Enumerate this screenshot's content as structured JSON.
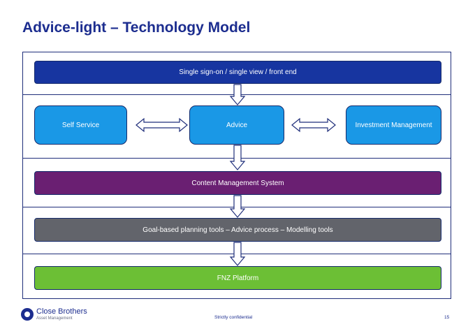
{
  "title": "Advice-light – Technology Model",
  "layers": {
    "sso": "Single sign-on / single view / front end",
    "self_service": "Self Service",
    "advice": "Advice",
    "investment_management": "Investment Management",
    "cms": "Content Management System",
    "goal_tools": "Goal-based planning tools – Advice process – Modelling tools",
    "fnz": "FNZ Platform"
  },
  "footer": {
    "logo_name": "Close Brothers",
    "logo_sub": "Asset Management",
    "classification": "Strictly confidential",
    "page_number": "15"
  },
  "colors": {
    "title": "#1c2d8f",
    "sso": "#1735a0",
    "service_boxes": "#1a98e6",
    "cms": "#6a1f72",
    "goal_tools": "#62646b",
    "fnz": "#6cbf35"
  },
  "icons": [
    "down-arrow-icon",
    "double-arrow-icon",
    "close-brothers-logo-icon"
  ]
}
